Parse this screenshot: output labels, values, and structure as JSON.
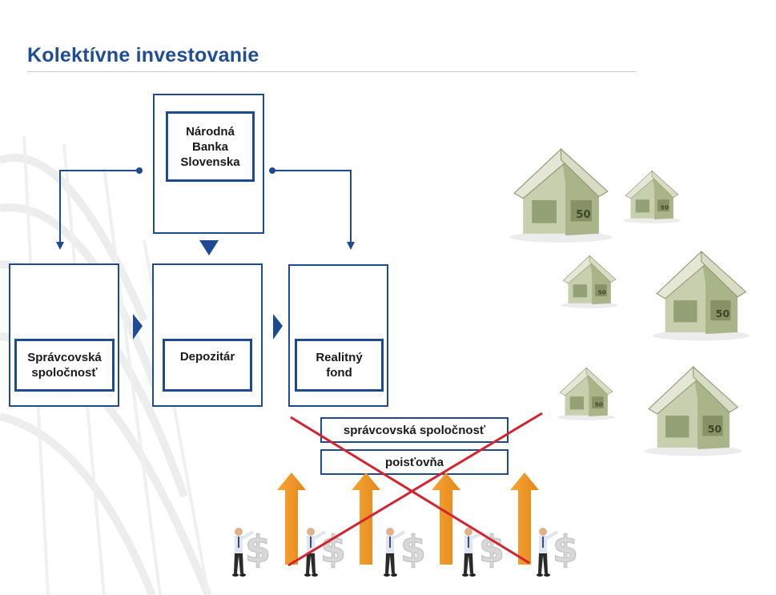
{
  "slide": {
    "title": "Kolektívne investovanie"
  },
  "diagram": {
    "nbs_label": "Národná\nBanka\nSlovenska",
    "manager_label": "Správcovská\nspoločnosť",
    "depository_label": "Depozitár",
    "fund_label": "Realitný\nfond",
    "crossed_manager_label": "správcovská  spoločnosť",
    "crossed_insurer_label": "poisťovňa"
  },
  "colors": {
    "primary_blue": "#1d4a91",
    "title_blue": "#1f4e96",
    "cross_red": "#d3232f",
    "arrow_orange": "#f0961e"
  },
  "icons": {
    "houses": "money-house-icon",
    "people": "businessman-icon",
    "dollar": "dollar-sign-icon",
    "growth": "up-arrow-icon"
  }
}
